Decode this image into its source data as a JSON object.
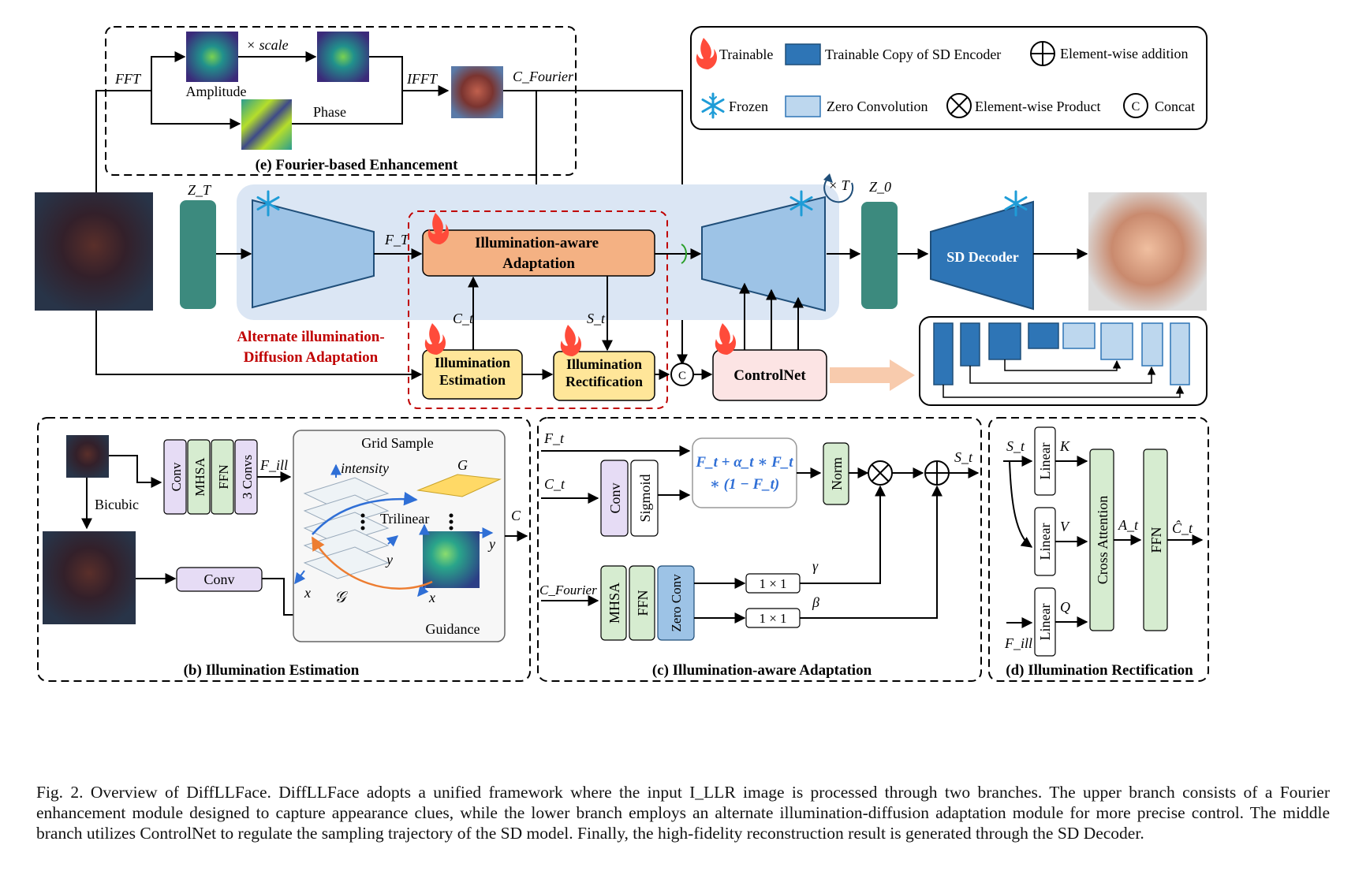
{
  "legend": {
    "trainable": "Trainable",
    "trainable_copy": "Trainable Copy of SD Encoder",
    "element_wise_addition": "Element-wise addition",
    "frozen": "Frozen",
    "zero_convolution": "Zero Convolution",
    "element_wise_product": "Element-wise Product",
    "concat": "Concat",
    "concat_symbol": "C",
    "icons": {
      "trainable": "flame-icon",
      "frozen": "snowflake-icon"
    }
  },
  "fourier": {
    "title": "(e) Fourier-based Enhancement",
    "fft": "FFT",
    "ifft": "IFFT",
    "scale": "× scale",
    "amplitude": "Amplitude",
    "phase": "Phase",
    "c_fourier": "C_Fourier"
  },
  "main": {
    "z_t": "Z_T",
    "f_t": "F_T",
    "z_0": "Z_0",
    "times_t": "× T",
    "illum_adapt": "Illumination-aware Adaptation",
    "illum_est": "Illumination Estimation",
    "illum_rect": "Illumination Rectification",
    "c_t": "C_t",
    "s_t": "S_t",
    "alt_label_1": "Alternate illumination-",
    "alt_label_2": "Diffusion Adaptation",
    "controlnet": "ControlNet",
    "sd_decoder": "SD Decoder",
    "concat_symbol": "C"
  },
  "panel_b": {
    "title": "(b) Illumination Estimation",
    "conv": "Conv",
    "mhsa": "MHSA",
    "ffn": "FFN",
    "convs3": "3 Convs",
    "f_ill": "F_ill",
    "bicubic": "Bicubic",
    "conv2": "Conv",
    "grid_sample": "Grid Sample",
    "intensity": "intensity",
    "g_small": "G",
    "trilinear": "Trilinear",
    "y": "y",
    "x": "x",
    "g_script": "𝒢",
    "c": "C",
    "guidance": "Guidance"
  },
  "panel_c": {
    "title": "(c) Illumination-aware Adaptation",
    "f_t": "F_t",
    "c_t": "C_t",
    "c_fourier": "C_Fourier",
    "conv": "Conv",
    "sigmoid": "Sigmoid",
    "formula_1": "F_t + α_t ∗ F_t",
    "formula_2": "∗ (1 − F_t)",
    "norm": "Norm",
    "mhsa": "MHSA",
    "ffn": "FFN",
    "zero_conv": "Zero Conv",
    "one_by_one": "1 × 1",
    "gamma": "γ",
    "beta": "β",
    "s_t": "S_t"
  },
  "panel_d": {
    "title": "(d) Illumination Rectification",
    "s_t": "S_t",
    "f_ill": "F_ill",
    "linear": "Linear",
    "k": "K",
    "v": "V",
    "q": "Q",
    "cross_attention": "Cross Attention",
    "a_t": "A_t",
    "ffn": "FFN",
    "c_hat": "Ĉ_t"
  },
  "caption": "Fig. 2.  Overview of DiffLLFace. DiffLLFace adopts a unified framework where the input I_LLR image is processed through two branches. The upper branch consists of a Fourier enhancement module designed to capture appearance clues, while the lower branch employs an alternate illumination-diffusion adaptation module for more precise control. The middle branch utilizes ControlNet to regulate the sampling trajectory of the SD model. Finally, the high-fidelity reconstruction result is generated through the SD Decoder.",
  "colors": {
    "frozen_bg": "#dbe6f4",
    "encoder_fill": "#9dc3e6",
    "latent_green": "#3c8a7e",
    "orange_block": "#f4b183",
    "yellow_block": "#ffe699",
    "controlnet_pink": "#fce4e4",
    "dark_blue": "#2e75b6",
    "light_blue": "#bdd7ee",
    "purple_block": "#e6dcf5",
    "green_block": "#d6ecd0",
    "red_dashed": "#c00000",
    "arrow_salmon": "#f4b183"
  }
}
